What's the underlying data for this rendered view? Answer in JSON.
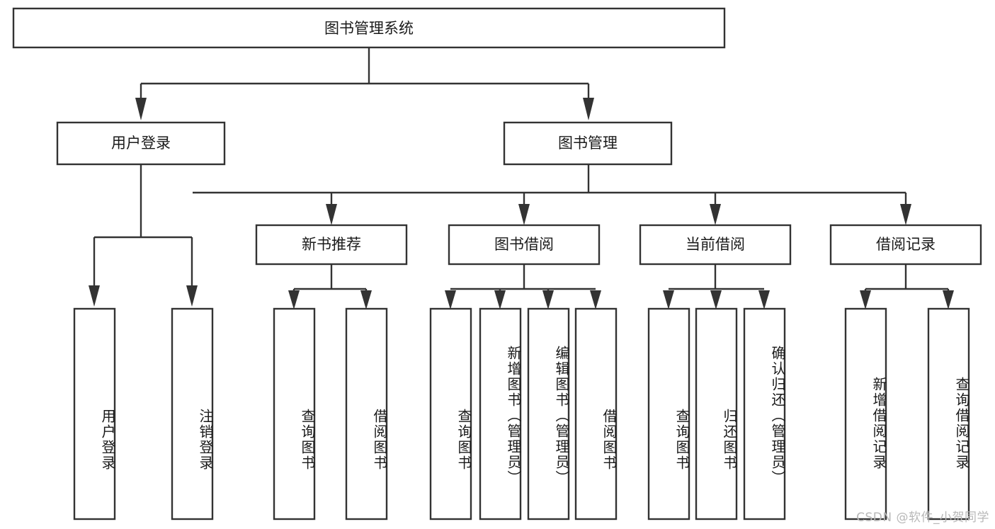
{
  "diagram": {
    "type": "tree-hierarchy-chart",
    "title": "图书管理系统",
    "orientation": "top-down",
    "levels": 4,
    "root": {
      "id": "root",
      "label": "图书管理系统",
      "text_direction": "horizontal"
    },
    "level2": [
      {
        "id": "user-login",
        "label": "用户登录",
        "text_direction": "horizontal"
      },
      {
        "id": "book-management",
        "label": "图书管理",
        "text_direction": "horizontal"
      }
    ],
    "level3": [
      {
        "id": "new-book-recommend",
        "label": "新书推荐",
        "parent": "book-management",
        "text_direction": "horizontal"
      },
      {
        "id": "book-borrow",
        "label": "图书借阅",
        "parent": "book-management",
        "text_direction": "horizontal"
      },
      {
        "id": "current-borrow",
        "label": "当前借阅",
        "parent": "book-management",
        "text_direction": "horizontal"
      },
      {
        "id": "borrow-record",
        "label": "借阅记录",
        "parent": "book-management",
        "text_direction": "horizontal"
      }
    ],
    "leaves": [
      {
        "id": "leaf-user-login",
        "label": "用户登录",
        "parent": "user-login",
        "text_direction": "vertical"
      },
      {
        "id": "leaf-logout",
        "label": "注销登录",
        "parent": "user-login",
        "text_direction": "vertical"
      },
      {
        "id": "leaf-query-book-1",
        "label": "查询图书",
        "parent": "new-book-recommend",
        "text_direction": "vertical"
      },
      {
        "id": "leaf-borrow-book-1",
        "label": "借阅图书",
        "parent": "new-book-recommend",
        "text_direction": "vertical"
      },
      {
        "id": "leaf-query-book-2",
        "label": "查询图书",
        "parent": "book-borrow",
        "text_direction": "vertical"
      },
      {
        "id": "leaf-add-book",
        "label": "新增图书（管理员）",
        "parent": "book-borrow",
        "text_direction": "vertical"
      },
      {
        "id": "leaf-edit-book",
        "label": "编辑图书（管理员）",
        "parent": "book-borrow",
        "text_direction": "vertical"
      },
      {
        "id": "leaf-borrow-book-2",
        "label": "借阅图书",
        "parent": "book-borrow",
        "text_direction": "vertical"
      },
      {
        "id": "leaf-query-book-3",
        "label": "查询图书",
        "parent": "current-borrow",
        "text_direction": "vertical"
      },
      {
        "id": "leaf-return-book",
        "label": "归还图书",
        "parent": "current-borrow",
        "text_direction": "vertical"
      },
      {
        "id": "leaf-confirm-return",
        "label": "确认归还（管理员）",
        "parent": "current-borrow",
        "text_direction": "vertical"
      },
      {
        "id": "leaf-add-record",
        "label": "新增借阅记录",
        "parent": "borrow-record",
        "text_direction": "vertical"
      },
      {
        "id": "leaf-query-record",
        "label": "查询借阅记录",
        "parent": "borrow-record",
        "text_direction": "vertical"
      }
    ],
    "colors": {
      "background": "#ffffff",
      "box_fill": "#ffffff",
      "box_stroke": "#333333",
      "text": "#1a1a1a",
      "watermark": "#b8b8b8"
    }
  },
  "watermark": {
    "text": "CSDN @软件_小贺同学"
  }
}
